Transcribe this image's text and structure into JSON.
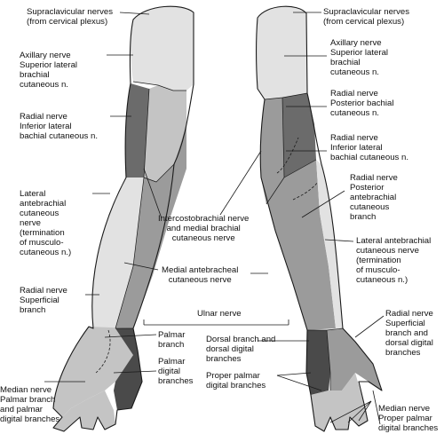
{
  "labels": {
    "supraclav_left": [
      "Supraclavicular nerves",
      "(from cervical plexus)"
    ],
    "axillary_left": [
      "Axillary nerve",
      "Superior lateral",
      "brachial",
      "cutaneous n."
    ],
    "radial_left": [
      "Radial nerve",
      "Inferior lateral",
      "bachial cutaneous n."
    ],
    "lateral_antebrachial_left": [
      "Lateral",
      "antebrachial",
      "cutaneous",
      "nerve",
      "(termination",
      "of musculo-",
      "cutaneous n.)"
    ],
    "intercostobrachial": [
      "Intercostobrachial nerve",
      "and medial brachial",
      "cutaneous nerve"
    ],
    "medial_antebrachial": [
      "Medial antebracheal",
      "cutaneous nerve"
    ],
    "radial_superficial_left": [
      "Radial nerve",
      "Superficial",
      "branch"
    ],
    "ulnar_title": [
      "Ulnar nerve"
    ],
    "palmar_branch": [
      "Palmar",
      "branch"
    ],
    "palmar_digital": [
      "Palmar",
      "digital",
      "branches"
    ],
    "dorsal_branch": [
      "Dorsal branch and",
      "dorsal digital",
      "branches"
    ],
    "proper_palmar": [
      "Proper palmar",
      "digital branches"
    ],
    "median_left": [
      "Median nerve",
      "Palmar branch",
      "and palmar",
      "digital branches"
    ],
    "supraclav_right": [
      "Supraclavicular nerves",
      "(from cervical plexus)"
    ],
    "axillary_right": [
      "Axillary nerve",
      "Superior lateral",
      "brachial",
      "cutaneous n."
    ],
    "radial_post_right": [
      "Radial nerve",
      "Posterior bachial",
      "cutaneous n."
    ],
    "radial_inf_right": [
      "Radial nerve",
      "Inferior lateral",
      "bachial cutaneous n."
    ],
    "radial_post_ante_right": [
      "Radial nerve",
      "Posterior",
      "antebrachial",
      "cutaneous",
      "branch"
    ],
    "lateral_antebrachial_right": [
      "Lateral antebrachial",
      "cutaneous nerve",
      "(termination",
      "of musculo-",
      "cutaneous n.)"
    ],
    "radial_superficial_right": [
      "Radial nerve",
      "Superficial",
      "branch and",
      "dorsal digital",
      "branches"
    ],
    "median_right": [
      "Median nerve",
      "Proper palmar",
      "digital branches"
    ]
  },
  "colors": {
    "outline": "#1a1a1a",
    "very_light": "#e2e2e2",
    "light": "#c4c4c4",
    "medium": "#9b9b9b",
    "dark": "#6b6b6b",
    "darkest": "#4a4a4a"
  }
}
